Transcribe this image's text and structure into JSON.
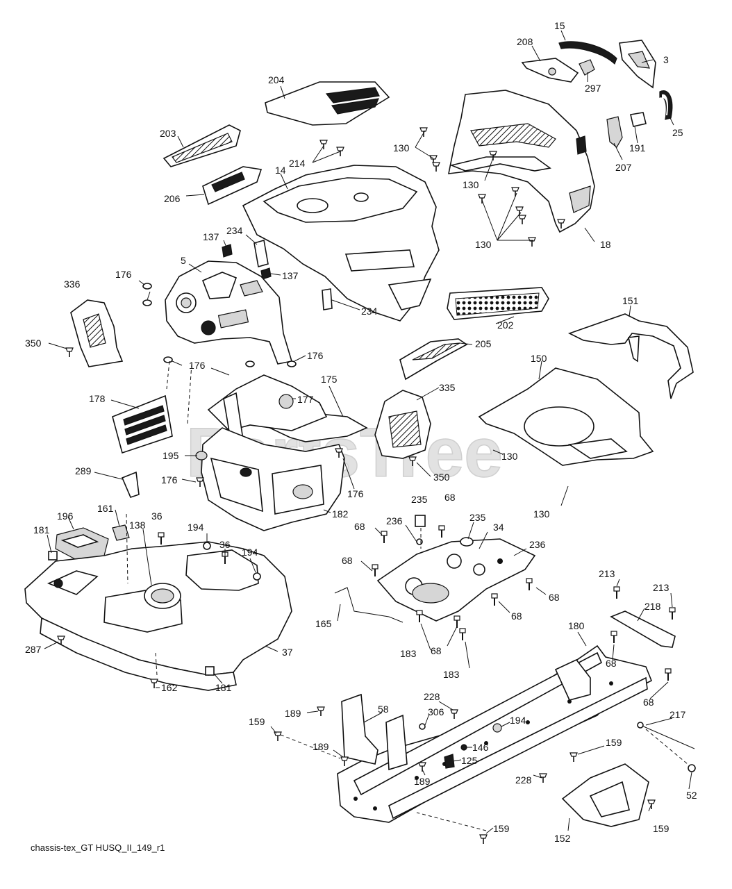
{
  "footer": {
    "caption": "chassis-tex_GT HUSQ_II_149_r1"
  },
  "watermark": {
    "text": "PartsTree",
    "trademark": "™"
  },
  "callouts": {
    "c15": "15",
    "c208": "208",
    "c3": "3",
    "c297": "297",
    "c25": "25",
    "c204": "204",
    "c191": "191",
    "c207": "207",
    "c203": "203",
    "c214": "214",
    "c14": "14",
    "c130a": "130",
    "c130b": "130",
    "c130c": "130",
    "c130d": "130",
    "c130e": "130",
    "c206": "206",
    "c18": "18",
    "c137a": "137",
    "c234a": "234",
    "c5": "5",
    "c137b": "137",
    "c336": "336",
    "c176a": "176",
    "c234b": "234",
    "c202": "202",
    "c151": "151",
    "c350a": "350",
    "c176b": "176",
    "c176c": "176",
    "c205": "205",
    "c150": "150",
    "c175": "175",
    "c177": "177",
    "c335": "335",
    "c178": "178",
    "c195": "195",
    "c176d": "176",
    "c289": "289",
    "c350b": "350",
    "c176e": "176",
    "c182": "182",
    "c235a": "235",
    "c68a": "68",
    "c161": "161",
    "c196": "196",
    "c36a": "36",
    "c138": "138",
    "c236a": "236",
    "c235b": "235",
    "c34": "34",
    "c68b": "68",
    "c181a": "181",
    "c194a": "194",
    "c36b": "36",
    "c236b": "236",
    "c194b": "194",
    "c68c": "68",
    "c213a": "213",
    "c213b": "213",
    "c68d": "68",
    "c218": "218",
    "c165": "165",
    "c68e": "68",
    "c180": "180",
    "c287": "287",
    "c37": "37",
    "c183a": "183",
    "c68f": "68",
    "c68g": "68",
    "c183b": "183",
    "c162": "162",
    "c181b": "181",
    "c68h": "68",
    "c228a": "228",
    "c217": "217",
    "c189a": "189",
    "c58": "58",
    "c306": "306",
    "c194c": "194",
    "c159a": "159",
    "c189b": "189",
    "c146": "146",
    "c159b": "159",
    "c125": "125",
    "c189c": "189",
    "c228b": "228",
    "c52": "52",
    "c159c": "159",
    "c152": "152",
    "c159d": "159"
  }
}
